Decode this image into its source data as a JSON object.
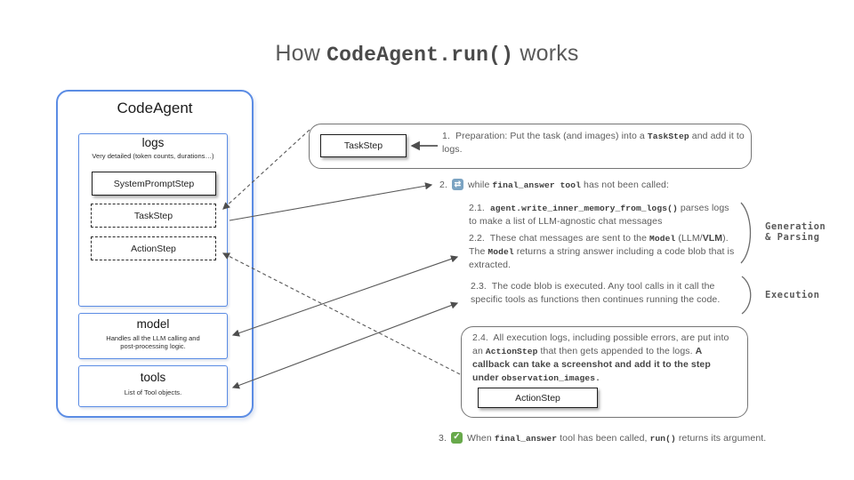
{
  "title": {
    "prefix": "How ",
    "code": "CodeAgent.run()",
    "suffix": " works"
  },
  "agent": {
    "name": "CodeAgent",
    "logs": {
      "title": "logs",
      "subtitle": "Very detailed (token counts, durations…)",
      "items": [
        "SystemPromptStep",
        "TaskStep",
        "ActionStep"
      ]
    },
    "model": {
      "title": "model",
      "subtitle_line1": "Handles all the LLM calling and",
      "subtitle_line2": "post-processing logic."
    },
    "tools": {
      "title": "tools",
      "subtitle": "List of Tool objects."
    }
  },
  "flow": {
    "step1": {
      "num": "1.",
      "box_label": "TaskStep",
      "p0": "Preparation: Put the task (and images) into a ",
      "p1": "TaskStep",
      "p2": " and add it to logs."
    },
    "step2": {
      "num": "2.",
      "icon": "⇄",
      "p0": "while ",
      "p1": "final_answer tool",
      "p2": " has not been called:"
    },
    "step21": {
      "num": "2.1.",
      "p0": "agent.write_inner_memory_from_logs()",
      "p1": " parses logs to make a list of LLM-agnostic chat messages"
    },
    "step22": {
      "num": "2.2.",
      "p0": "These chat messages are sent to the ",
      "p1": "Model",
      "p2": " (LLM/",
      "p3": "VLM",
      "p4": "). The ",
      "p5": "Model",
      "p6": " returns a string answer including a code blob that is extracted."
    },
    "step23": {
      "num": "2.3.",
      "p0": "The code blob is executed. Any tool calls in it call the specific tools as functions then continues running the code."
    },
    "step24": {
      "num": "2.4.",
      "p0": "All execution logs, including possible errors, are put into an ",
      "p1": "ActionStep",
      "p2": " that then gets appended to the logs. ",
      "p3": "A callback can take a screenshot and add it to the step under ",
      "p4": "observation_images.",
      "box_label": "ActionStep"
    },
    "step3": {
      "num": "3.",
      "icon": "✓",
      "p0": "When ",
      "p1": "final_answer",
      "p2": " tool has been called, ",
      "p3": "run()",
      "p4": " returns its argument."
    }
  },
  "side_labels": {
    "generation_line1": "Generation",
    "generation_line2": "& Parsing",
    "execution": "Execution"
  },
  "colors": {
    "accent_blue": "#5b8ce4",
    "border_gray": "#757575",
    "text_gray": "#5c5c5c",
    "repeat_icon_bg": "#7ba3c2",
    "check_icon_bg": "#68a94b"
  }
}
